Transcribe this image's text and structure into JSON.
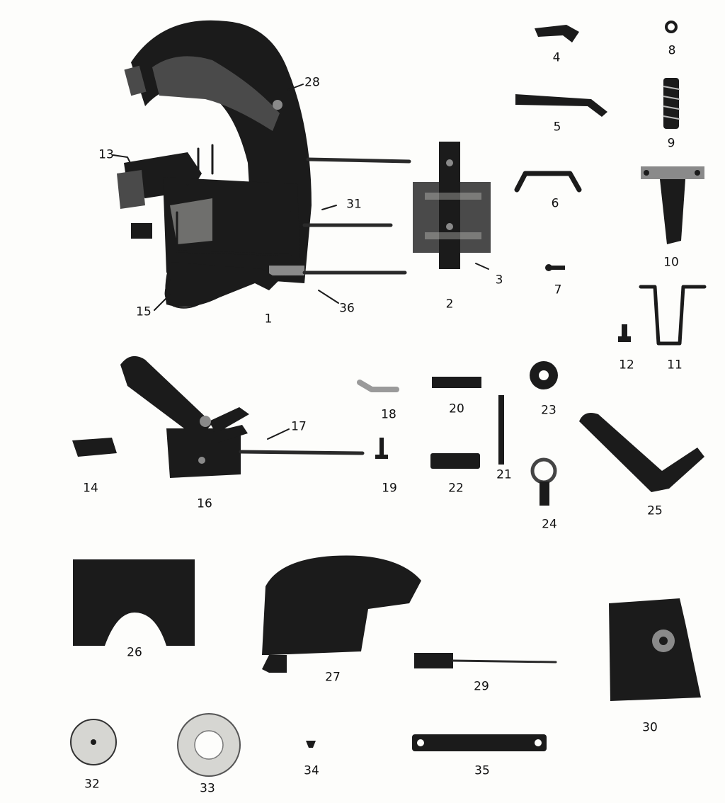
{
  "labels": [
    {
      "id": "p1",
      "text": "1"
    },
    {
      "id": "p2",
      "text": "2"
    },
    {
      "id": "p3",
      "text": "3"
    },
    {
      "id": "p4",
      "text": "4"
    },
    {
      "id": "p5",
      "text": "5"
    },
    {
      "id": "p6",
      "text": "6"
    },
    {
      "id": "p7",
      "text": "7"
    },
    {
      "id": "p8",
      "text": "8"
    },
    {
      "id": "p9",
      "text": "9"
    },
    {
      "id": "p10",
      "text": "10"
    },
    {
      "id": "p11",
      "text": "11"
    },
    {
      "id": "p12",
      "text": "12"
    },
    {
      "id": "p13",
      "text": "13"
    },
    {
      "id": "p14",
      "text": "14"
    },
    {
      "id": "p15",
      "text": "15"
    },
    {
      "id": "p16",
      "text": "16"
    },
    {
      "id": "p17",
      "text": "17"
    },
    {
      "id": "p18",
      "text": "18"
    },
    {
      "id": "p19",
      "text": "19"
    },
    {
      "id": "p20",
      "text": "20"
    },
    {
      "id": "p21",
      "text": "21"
    },
    {
      "id": "p22",
      "text": "22"
    },
    {
      "id": "p23",
      "text": "23"
    },
    {
      "id": "p24",
      "text": "24"
    },
    {
      "id": "p25",
      "text": "25"
    },
    {
      "id": "p26",
      "text": "26"
    },
    {
      "id": "p27",
      "text": "27"
    },
    {
      "id": "p28",
      "text": "28"
    },
    {
      "id": "p29",
      "text": "29"
    },
    {
      "id": "p30",
      "text": "30"
    },
    {
      "id": "p31",
      "text": "31"
    },
    {
      "id": "p32",
      "text": "32"
    },
    {
      "id": "p33",
      "text": "33"
    },
    {
      "id": "p34",
      "text": "34"
    },
    {
      "id": "p35",
      "text": "35"
    },
    {
      "id": "p36",
      "text": "36"
    }
  ]
}
